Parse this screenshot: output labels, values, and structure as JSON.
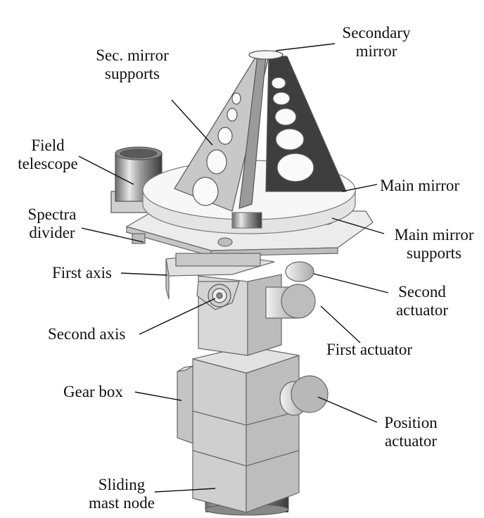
{
  "title": "Labeled mechanical diagram of a telescope assembly",
  "labels": {
    "secondary_mirror": [
      "Secondary",
      "mirror"
    ],
    "sec_mirror_supports": [
      "Sec. mirror",
      "supports"
    ],
    "field_telescope": [
      "Field",
      "telescope"
    ],
    "main_mirror": [
      "Main mirror"
    ],
    "spectra_divider": [
      "Spectra",
      "divider"
    ],
    "main_mirror_supports": [
      "Main mirror",
      "supports"
    ],
    "first_axis": [
      "First axis"
    ],
    "second_actuator": [
      "Second",
      "actuator"
    ],
    "second_axis": [
      "Second axis"
    ],
    "first_actuator": [
      "First actuator"
    ],
    "gear_box": [
      "Gear box"
    ],
    "position_actuator": [
      "Position",
      "actuator"
    ],
    "sliding_mast_node": [
      "Sliding",
      "mast node"
    ]
  }
}
